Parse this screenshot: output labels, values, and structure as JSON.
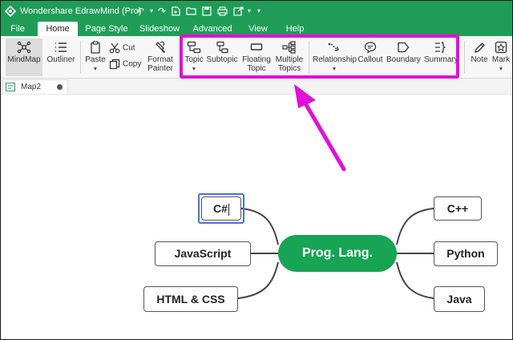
{
  "window": {
    "title": "Wondershare EdrawMind (Pro)"
  },
  "menu": [
    "File",
    "Home",
    "Page Style",
    "Slideshow",
    "Advanced",
    "View",
    "Help"
  ],
  "active_menu": "Home",
  "ribbon": {
    "mindmap": "MindMap",
    "outliner": "Outliner",
    "paste": "Paste",
    "cut": "Cut",
    "copy": "Copy",
    "format_painter_1": "Format",
    "format_painter_2": "Painter",
    "topic": "Topic",
    "subtopic": "Subtopic",
    "floating_1": "Floating",
    "floating_2": "Topic",
    "multiple_1": "Multiple",
    "multiple_2": "Topics",
    "relationship": "Relationship",
    "callout": "Callout",
    "boundary": "Boundary",
    "summary": "Summary",
    "note": "Note",
    "mark": "Mark"
  },
  "document_tab": {
    "title": "Map2"
  },
  "mindmap": {
    "center": "Prog. Lang.",
    "left": [
      "C#",
      "JavaScript",
      "HTML & CSS"
    ],
    "right": [
      "C++",
      "Python",
      "Java"
    ]
  },
  "colors": {
    "brand_green": "#1f9d57",
    "center_node": "#17a455",
    "highlight_magenta": "#e010d8",
    "selection_blue": "#4a6fe0"
  }
}
